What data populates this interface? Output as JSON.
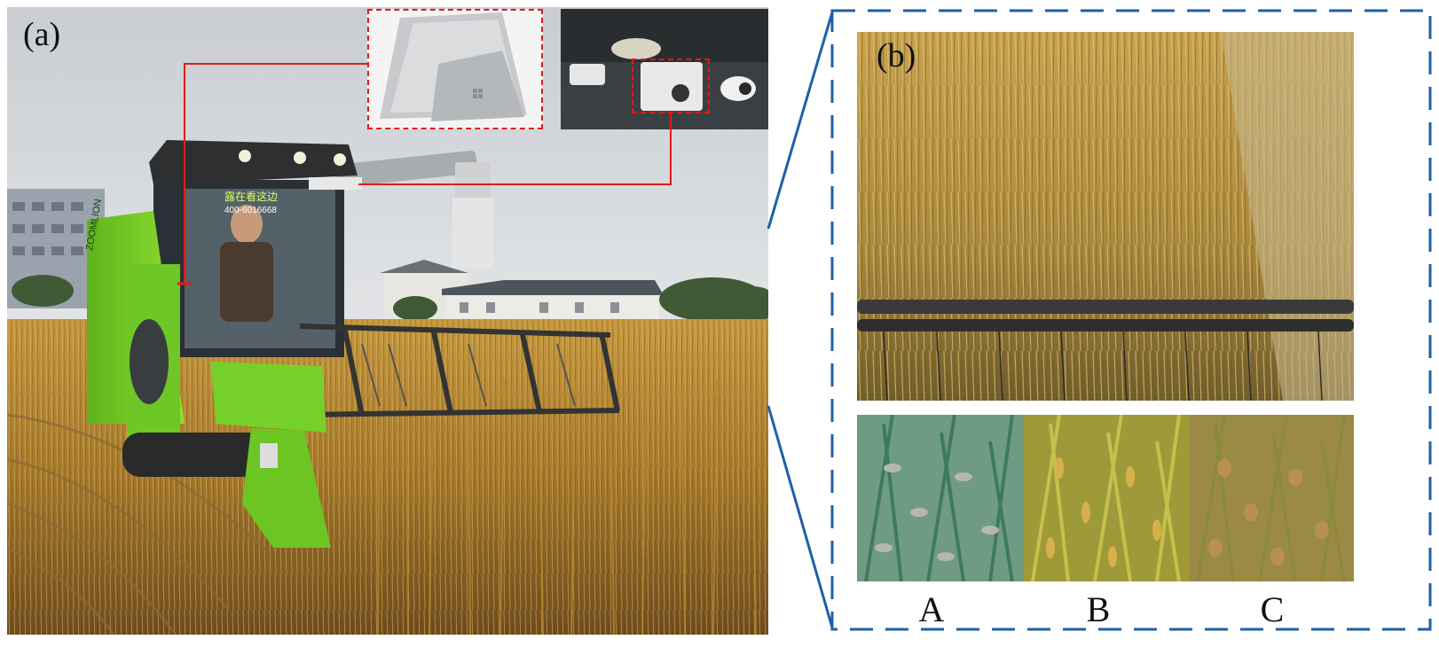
{
  "panel_a": {
    "label": "(a)",
    "harvester_brand": "ZOOMLION",
    "windshield_sign": "露在看这边",
    "windshield_phone": "400-6016668"
  },
  "panel_b": {
    "label": "(b)",
    "samples": [
      {
        "label": "A"
      },
      {
        "label": "B"
      },
      {
        "label": "C"
      }
    ]
  },
  "colors": {
    "callout_red": "#e01b1b",
    "frame_blue": "#1f5fa8",
    "harvester_green": "#7ed321"
  }
}
